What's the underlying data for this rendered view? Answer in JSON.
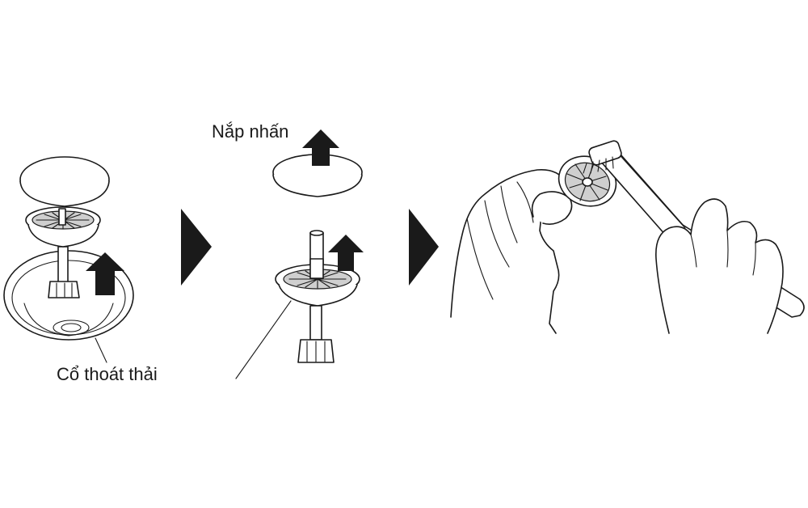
{
  "labels": {
    "push_cap": "Nắp nhấn",
    "drain_neck": "Cổ thoát thải"
  },
  "steps": [
    {
      "name": "lift-out-strainer",
      "arrow": "up"
    },
    {
      "name": "remove-push-cap",
      "arrow": "up"
    },
    {
      "name": "brush-clean-strainer",
      "tool": "toothbrush-icon"
    }
  ],
  "colors": {
    "line": "#1a1a1a",
    "background": "#ffffff",
    "fill_light": "#e8e8e8"
  }
}
